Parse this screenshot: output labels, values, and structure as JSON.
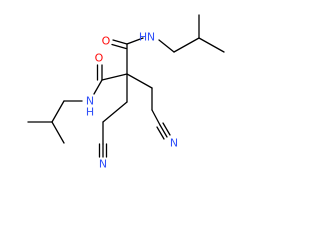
{
  "atom_labels": {
    "amide_o_top": "O",
    "amide_n_top": "N",
    "amide_h_top": "H",
    "amide_o_left": "O",
    "amide_n_left": "N",
    "amide_h_left": "H",
    "nitrile_n_bottom": "N",
    "nitrile_n_right": "N"
  },
  "colors": {
    "bond": "#000000",
    "oxygen": "#ff0d0d",
    "nitrogen": "#3050f8",
    "background": "#ffffff"
  }
}
